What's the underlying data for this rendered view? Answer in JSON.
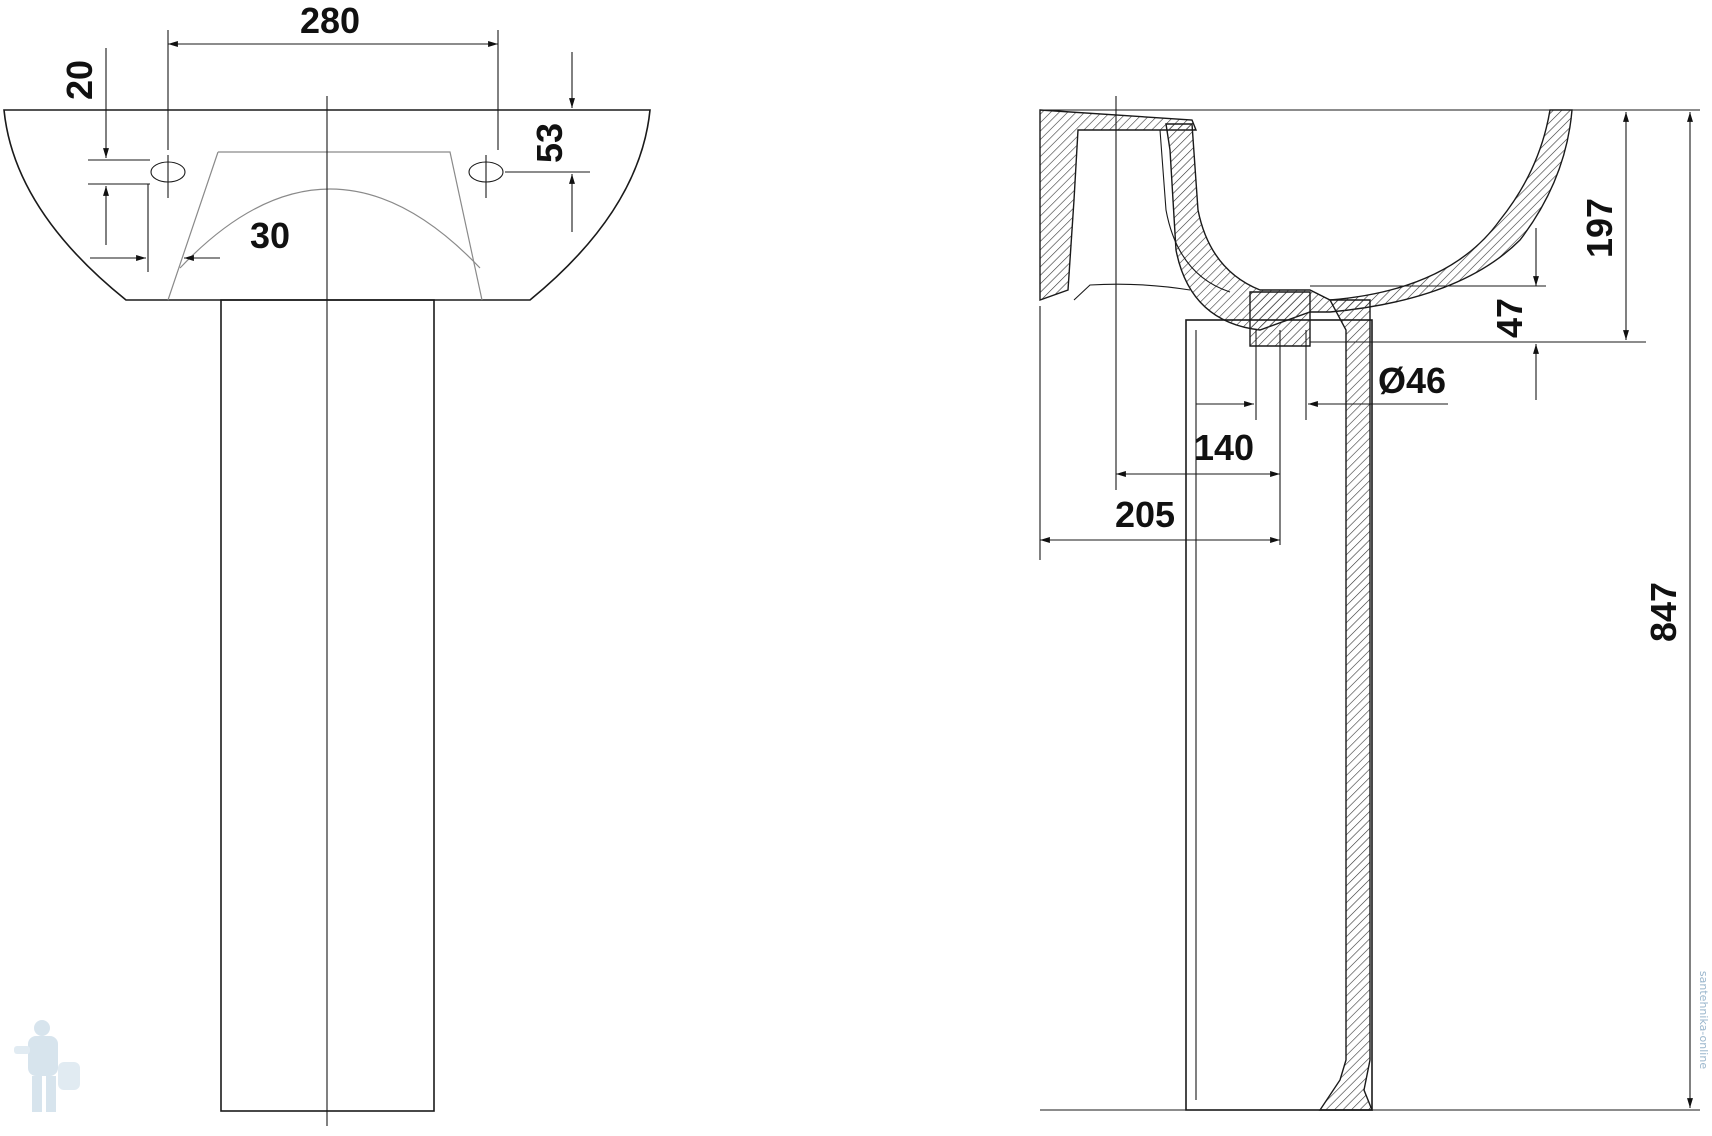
{
  "front_view": {
    "dimensions": {
      "faucet_hole_spacing": "280",
      "hole_offset_top": "20",
      "hole_height": "53",
      "edge_gap": "30"
    }
  },
  "side_view": {
    "dimensions": {
      "bowl_depth": "197",
      "drain_height": "47",
      "drain_diameter": "Ø46",
      "drain_offset_near": "140",
      "drain_offset_far": "205",
      "total_height": "847"
    }
  },
  "watermark": {
    "logo_icon": "plumber-mascot-icon",
    "site_text": "santehnika-online"
  }
}
